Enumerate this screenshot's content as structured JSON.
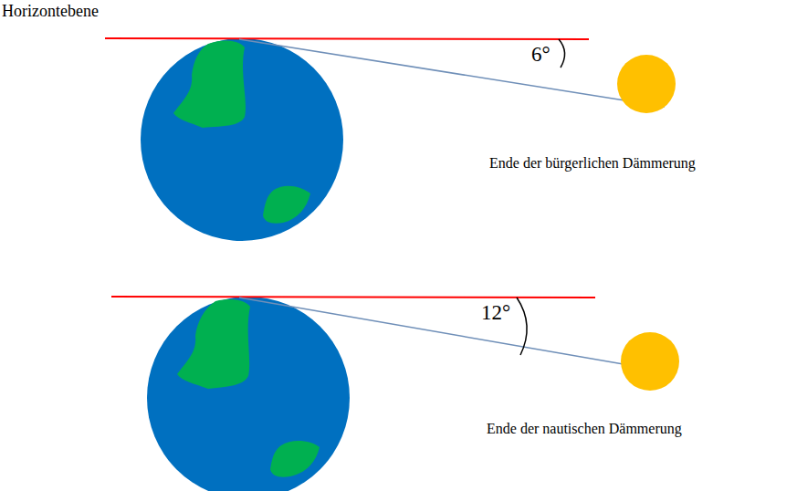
{
  "diagram": {
    "labels": [
      "Horizontebene",
      "6°",
      "Ende der bürgerlichen Dämmerung",
      "12°",
      "Ende der nautischen Dämmerung"
    ]
  }
}
